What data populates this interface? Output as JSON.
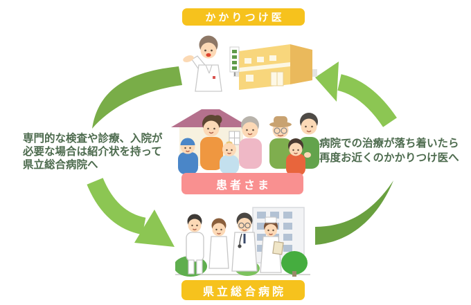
{
  "nodes": {
    "family_doctor": {
      "label": "かかりつけ医"
    },
    "patient": {
      "label": "患者さま"
    },
    "hospital": {
      "label": "県立総合病院"
    }
  },
  "notes": {
    "to_hospital": {
      "line1": "専門的な検査や診療、入院が",
      "line2": "必要な場合は紹介状を持って",
      "line3": "県立総合病院へ"
    },
    "to_family_doctor": {
      "line1": "病院での治療が落ち着いたら",
      "line2": "再度お近くのかかりつけ医へ"
    }
  },
  "colors": {
    "node_yellow": "#f6c21d",
    "node_pink": "#f99090",
    "label_text": "#ffffff",
    "note_text": "#4d6b4e",
    "arrow_light": "#8cc653",
    "arrow_mid": "#79ad48",
    "arrow_dark": "#69a03f"
  },
  "illustrations": {
    "top": "family-doctor-and-clinic-illustration",
    "middle": "patient-family-illustration",
    "bottom": "hospital-staff-and-building-illustration"
  }
}
